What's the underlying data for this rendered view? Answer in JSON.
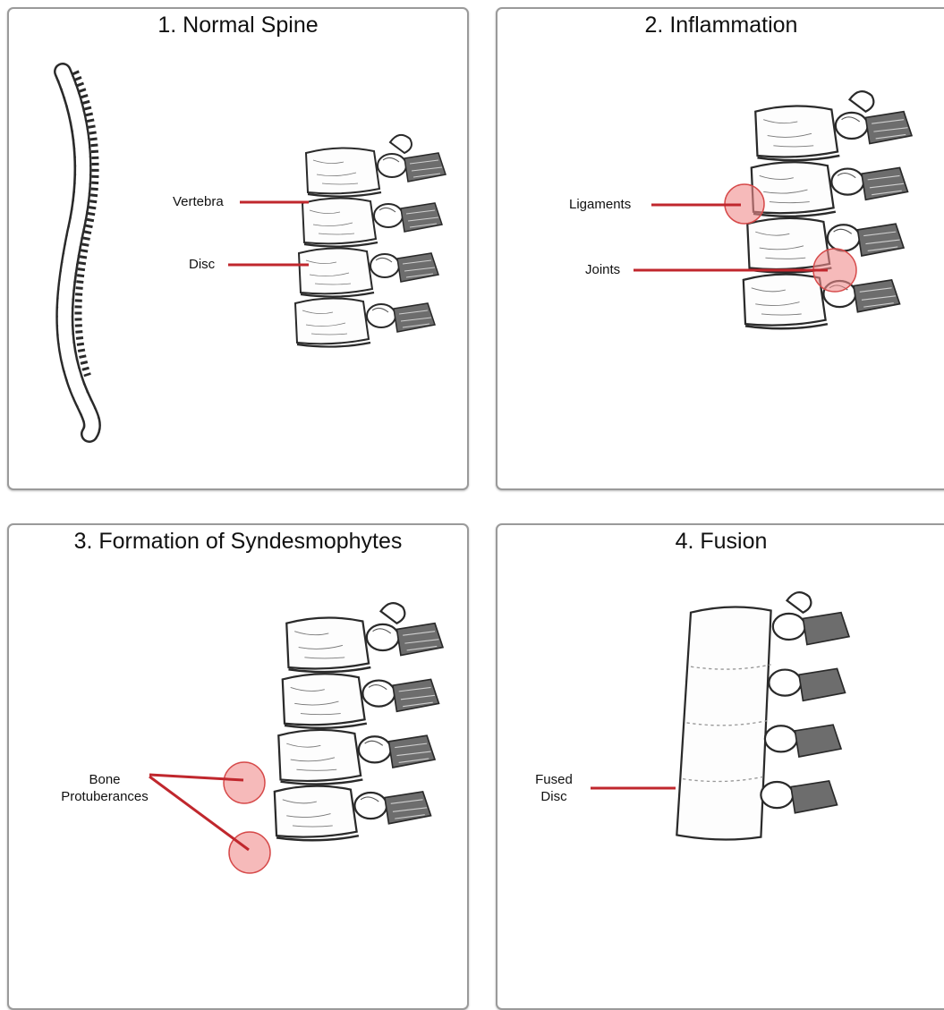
{
  "panels": [
    {
      "title": "1. Normal Spine",
      "labels": {
        "vertebra": "Vertebra",
        "disc": "Disc"
      }
    },
    {
      "title": "2. Inflammation",
      "labels": {
        "ligaments": "Ligaments",
        "joints": "Joints"
      }
    },
    {
      "title": "3. Formation of Syndesmophytes",
      "labels": {
        "bone_line1": "Bone",
        "bone_line2": "Protuberances"
      }
    },
    {
      "title": "4. Fusion",
      "labels": {
        "fused_line1": "Fused",
        "fused_line2": "Disc"
      }
    }
  ],
  "colors": {
    "leader": "#c0272d",
    "highlight": "#f08c8c",
    "bone_stroke": "#2a2a2a",
    "panel_border": "#9a9a9a"
  }
}
